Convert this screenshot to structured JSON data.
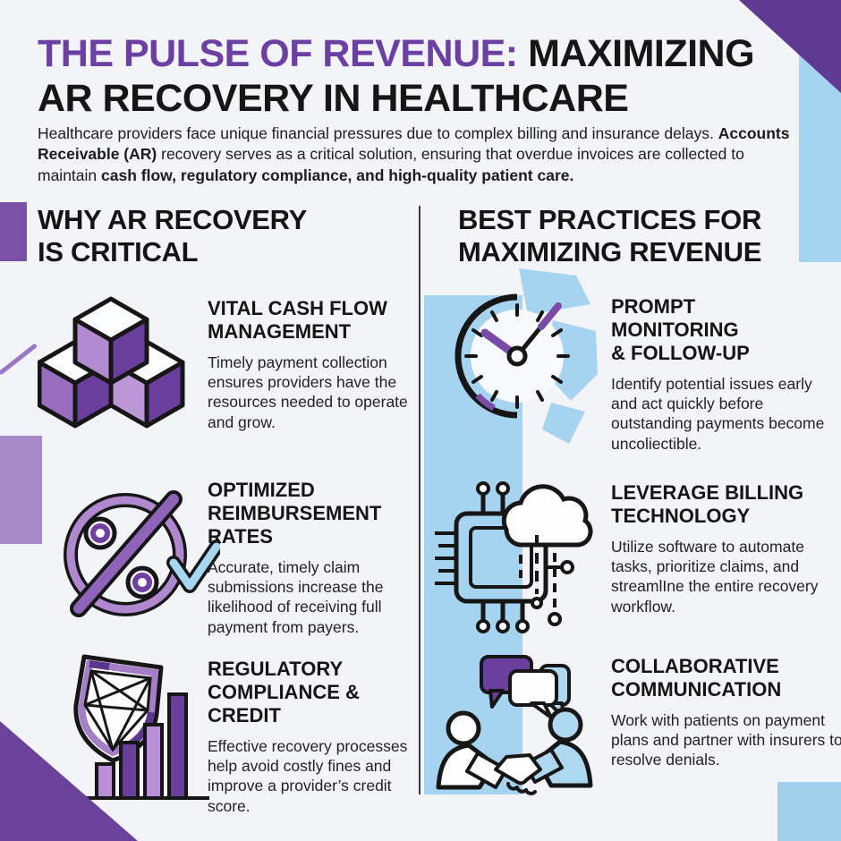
{
  "header": {
    "accent": "THE PULSE OF REVENUE: ",
    "rest": "MAXIMIZING AR RECOVERY IN HEALTHCARE"
  },
  "intro": {
    "segments": [
      {
        "text": "Healthcare providers face unique financial pressures due to complex billing and insurance delays. ",
        "bold": false
      },
      {
        "text": "Accounts Receivable (AR)",
        "bold": true
      },
      {
        "text": " recovery serves as a critical solution, ensuring that overdue invoices are collected to maintain ",
        "bold": false
      },
      {
        "text": "cash flow, regulatory compliance, and high-quality patient care.",
        "bold": true
      }
    ]
  },
  "columns": {
    "left": {
      "heading": "WHY AR RECOVERY\nIS CRITICAL",
      "items": [
        {
          "icon": "cubes-icon",
          "title": "VITAL CASH FLOW\nMANAGEMENT",
          "body": "Timely payment collection ensures providers have the resources needed to operate and grow."
        },
        {
          "icon": "percent-check-icon",
          "title": "OPTIMIZED\nREIMBURSEMENT\nRATES",
          "body": "Accurate, timely claim submissions increase the likelihood of receiving full payment from payers."
        },
        {
          "icon": "shield-growth-icon",
          "title": "REGULATORY\nCOMPLIANCE &\nCREDIT",
          "body": "Effective recovery processes help avoid costly fines and improve a provider’s credit score."
        }
      ]
    },
    "right": {
      "heading": "BEST PRACTICES FOR\nMAXIMIZING REVENUE",
      "items": [
        {
          "icon": "clock-icon",
          "title": "PROMPT\nMONITORING\n& FOLLOW-UP",
          "body": "Identify potential issues early and act quickly before outstanding payments become uncoliectible."
        },
        {
          "icon": "billing-technology-icon",
          "title": "LEVERAGE BILLING\nTECHNOLOGY",
          "body": "Utilize software to automate tasks, prioritize claims, and streamlIne the entire recovery workflow."
        },
        {
          "icon": "handshake-icon",
          "title": "COLLABORATIVE\nCOMMUNICATION",
          "body": "Work with patients on payment plans and partner with insurers to resolve denials."
        }
      ]
    }
  },
  "colors": {
    "accent_purple": "#6b3fa3",
    "corner_purple_dark": "#5e3a92",
    "corner_purple_mid": "#6b4299",
    "edge_lavender": "#a98bc9",
    "band_blue": "#a6d3ef",
    "cube_light": "#b18ad2",
    "cube_dark": "#6a3e9c",
    "background": "#f2f4f8",
    "text": "#1a1a1a"
  }
}
